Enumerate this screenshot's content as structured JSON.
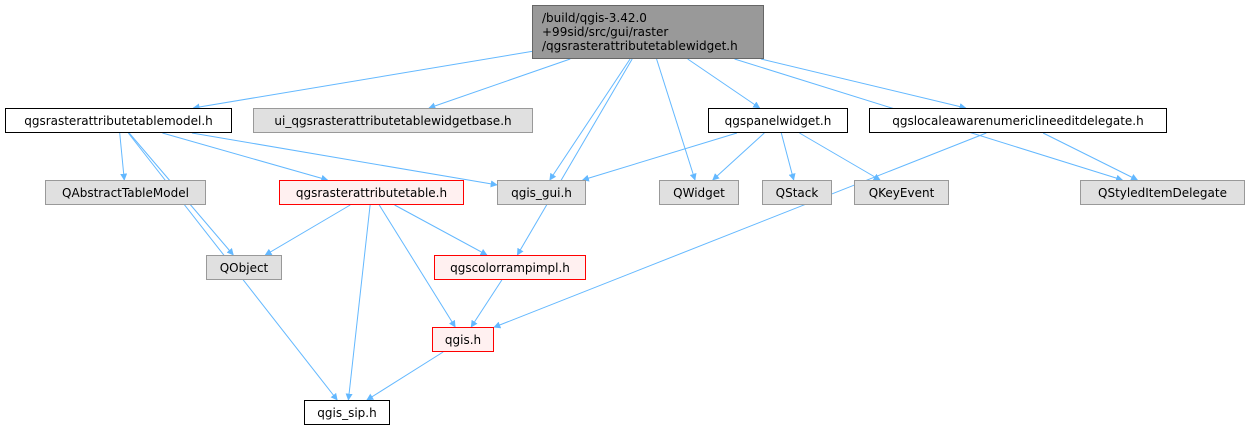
{
  "root_label": [
    "/build/qgis-3.42.0",
    "+99sid/src/gui/raster",
    "/qgsrasterattributetablewidget.h"
  ],
  "colors": {
    "edge": "#63b8ff",
    "root_fill": "#999999",
    "root_border": "#666666",
    "plain_fill": "#ffffff",
    "plain_border": "#000000",
    "external_fill": "#e0e0e0",
    "external_border": "#999999",
    "highlight_fill": "#fff0f0",
    "highlight_border": "#ff0000"
  },
  "nodes": {
    "model": "qgsrasterattributetablemodel.h",
    "ui_base": "ui_qgsrasterattributetablewidgetbase.h",
    "panel": "qgspanelwidget.h",
    "locale": "qgslocaleawarenumericlineeditdelegate.h",
    "abstract_table_model": "QAbstractTableModel",
    "rat": "qgsrasterattributetable.h",
    "qgis_gui": "qgis_gui.h",
    "qwidget": "QWidget",
    "qstack": "QStack",
    "qkeyevent": "QKeyEvent",
    "styled_delegate": "QStyledItemDelegate",
    "qobject": "QObject",
    "colorramp": "qgscolorrampimpl.h",
    "qgis": "qgis.h",
    "qgis_sip": "qgis_sip.h"
  },
  "edges": [
    [
      "root",
      "model"
    ],
    [
      "root",
      "ui_base"
    ],
    [
      "root",
      "qgis_gui"
    ],
    [
      "root",
      "colorramp"
    ],
    [
      "root",
      "qwidget"
    ],
    [
      "root",
      "panel"
    ],
    [
      "root",
      "locale"
    ],
    [
      "root",
      "styled_delegate"
    ],
    [
      "model",
      "abstract_table_model"
    ],
    [
      "model",
      "rat"
    ],
    [
      "model",
      "qgis_gui"
    ],
    [
      "model",
      "qobject"
    ],
    [
      "model",
      "qgis_sip"
    ],
    [
      "rat",
      "qobject"
    ],
    [
      "rat",
      "colorramp"
    ],
    [
      "rat",
      "qgis"
    ],
    [
      "rat",
      "qgis_sip"
    ],
    [
      "colorramp",
      "qgis"
    ],
    [
      "qgis",
      "qgis_sip"
    ],
    [
      "panel",
      "qgis_gui"
    ],
    [
      "panel",
      "qwidget"
    ],
    [
      "panel",
      "qstack"
    ],
    [
      "panel",
      "qkeyevent"
    ],
    [
      "locale",
      "styled_delegate"
    ],
    [
      "locale",
      "qgis"
    ]
  ]
}
